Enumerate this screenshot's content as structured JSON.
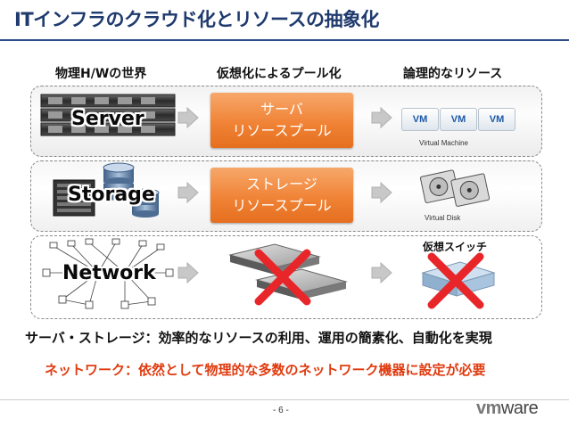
{
  "title": "ITインフラのクラウド化とリソースの抽象化",
  "headers": {
    "physical": "物理H/Wの世界",
    "pooling": "仮想化によるプール化",
    "logical": "論理的なリソース"
  },
  "rows": {
    "server": {
      "label": "Server",
      "pool_line1": "サーバ",
      "pool_line2": "リソースプール",
      "vm_labels": [
        "VM",
        "VM",
        "VM"
      ],
      "caption": "Virtual Machine"
    },
    "storage": {
      "label": "Storage",
      "pool_line1": "ストレージ",
      "pool_line2": "リソースプール",
      "caption": "Virtual Disk"
    },
    "network": {
      "label": "Network",
      "vswitch_label": "仮想スイッチ"
    }
  },
  "bottom": {
    "line1": "サーバ・ストレージ：効率的なリソースの利用、運用の簡素化、自動化を実現",
    "line2": "ネットワーク：依然として物理的な多数のネットワーク機器に設定が必要"
  },
  "footer": {
    "page": "- 6 -",
    "logo_vm": "vm",
    "logo_ware": "ware"
  },
  "colors": {
    "title": "#1f3a6e",
    "accent_orange": "#f08336",
    "cross_red": "#e8262a",
    "warning_red": "#e03a0e"
  }
}
